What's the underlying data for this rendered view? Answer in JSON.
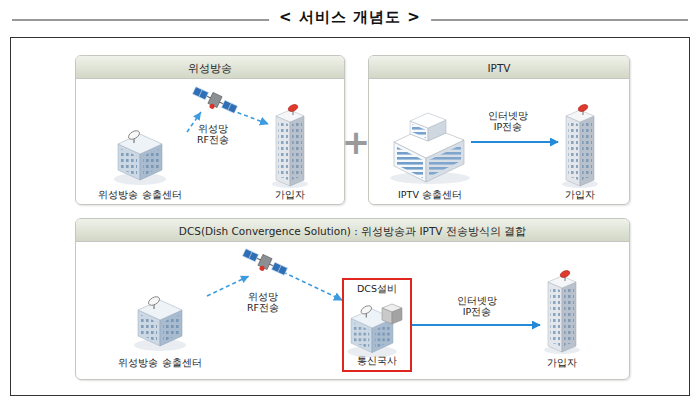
{
  "diagram": {
    "title": "< 서비스 개념도 >",
    "nodes": [
      {
        "text": [
          "위성방송"
        ]
      },
      {
        "text": [
          "위성방송 송출센터"
        ],
        "in": 0
      },
      {
        "text": [
          "가입자"
        ],
        "in": 0
      },
      {
        "text": [
          "IPTV"
        ]
      },
      {
        "text": [
          "IPTV 송출센터"
        ],
        "in": 3
      },
      {
        "text": [
          "가입자"
        ],
        "in": 3
      },
      {
        "text": [
          "DCS(Dish Convergence Solution) : 위성방송과 IPTV 전송방식의 결합"
        ]
      },
      {
        "text": [
          "위성방송 송출센터"
        ],
        "in": 6
      },
      {
        "text": [
          "DCS설비",
          "통신국사"
        ],
        "in": 6
      },
      {
        "text": [
          "가입자"
        ],
        "in": 6
      }
    ],
    "edges": [
      {
        "from": 1,
        "to": 2,
        "label": "위성망 RF전송",
        "arrow": "to"
      },
      {
        "from": 4,
        "to": 5,
        "label": "인터넷망 IP전송",
        "arrow": "to"
      },
      {
        "from": 7,
        "to": 8,
        "label": "위성망 RF전송",
        "arrow": "to"
      },
      {
        "from": 8,
        "to": 9,
        "label": "인터넷망 IP전송",
        "arrow": "to"
      }
    ],
    "labels": [
      "+"
    ]
  }
}
